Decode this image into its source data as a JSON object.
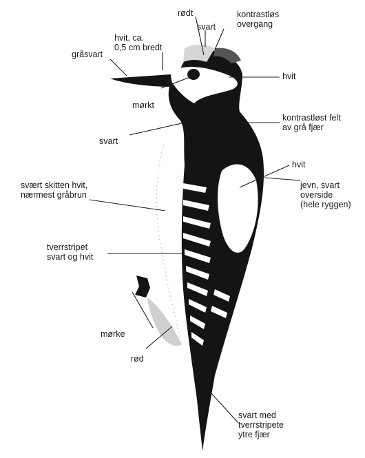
{
  "labels": {
    "rodt": "rødt",
    "svart_top": "svart",
    "kontrastlos_overgang": "kontrastløs\novergang",
    "hvit_ca": "hvit, ca.\n0,5 cm bredt",
    "grasvart": "gråsvart",
    "hvit_cheek": "hvit",
    "morkt": "mørkt",
    "kontrastlost_felt": "kontrastløst felt\nav grå fjær",
    "svart_neck": "svart",
    "hvit_wing": "hvit",
    "skitten_hvit": "svært skitten hvit,\nnærmest gråbrun",
    "jevn_svart": "jevn, svart\noverside\n(hele ryggen)",
    "tverrstripet": "tverrstripet\nsvart og hvit",
    "morke": "mørke",
    "rod": "rød",
    "svart_med": "svart med\ntverrstripete\nytre fjær"
  }
}
